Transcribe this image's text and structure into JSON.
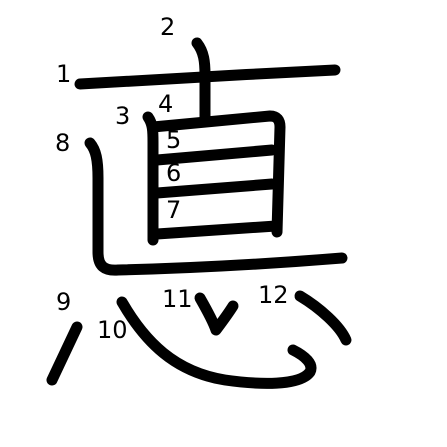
{
  "character": "悳",
  "stroke_numbers": [
    "1",
    "2",
    "3",
    "4",
    "5",
    "6",
    "7",
    "8",
    "9",
    "10",
    "11",
    "12"
  ]
}
